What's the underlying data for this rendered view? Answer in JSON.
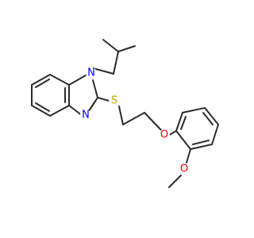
{
  "molecule": {
    "atoms": {
      "n1": {
        "symbol": "N",
        "color": "#0000ff"
      },
      "n3": {
        "symbol": "N",
        "color": "#0000ff"
      },
      "s": {
        "symbol": "S",
        "color": "#b8a200"
      },
      "o_ether": {
        "symbol": "O",
        "color": "#ff0000"
      },
      "o_methoxy": {
        "symbol": "O",
        "color": "#ff0000"
      }
    },
    "bond_color": "#2b2b2b"
  }
}
